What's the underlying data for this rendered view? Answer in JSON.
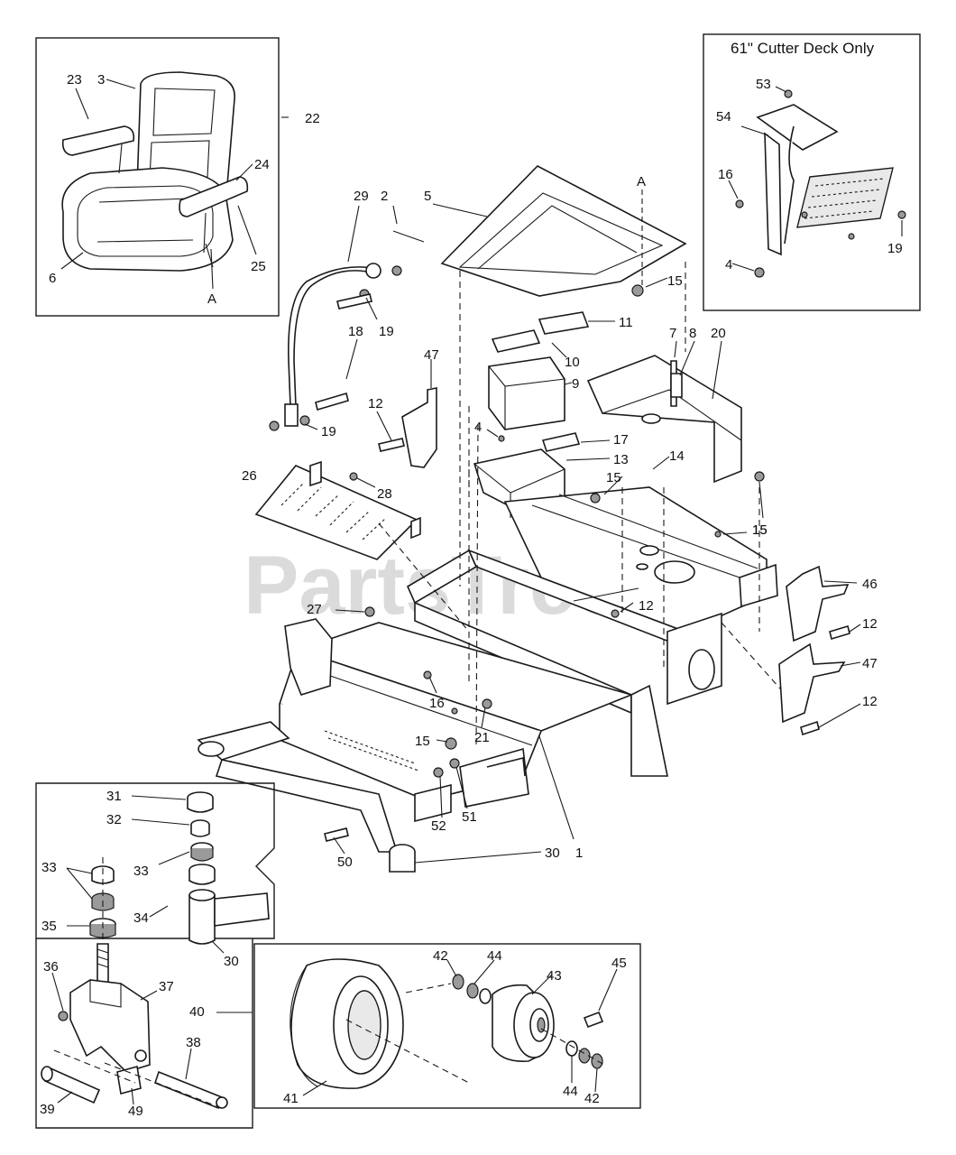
{
  "watermark": "PartsTree",
  "inset_title": "61\" Cutter Deck Only",
  "callouts": {
    "c1": "1",
    "c2": "2",
    "c3": "3",
    "c4a": "4",
    "c4b": "4",
    "c5": "5",
    "c6": "6",
    "c7": "7",
    "c8": "8",
    "c9": "9",
    "c10": "10",
    "c11": "11",
    "c12a": "12",
    "c12b": "12",
    "c12c": "12",
    "c12d": "12",
    "c13": "13",
    "c14": "14",
    "c15a": "15",
    "c15b": "15",
    "c15c": "15",
    "c15d": "15",
    "c16a": "16",
    "c16b": "16",
    "c17": "17",
    "c18": "18",
    "c19a": "19",
    "c19b": "19",
    "c19c": "19",
    "c20": "20",
    "c21": "21",
    "c22": "22",
    "c23": "23",
    "c24": "24",
    "c25": "25",
    "c26": "26",
    "c27": "27",
    "c28": "28",
    "c29": "29",
    "c30a": "30",
    "c30b": "30",
    "c31": "31",
    "c32": "32",
    "c33a": "33",
    "c33b": "33",
    "c34": "34",
    "c35": "35",
    "c36": "36",
    "c37": "37",
    "c38": "38",
    "c39": "39",
    "c40": "40",
    "c41": "41",
    "c42a": "42",
    "c42b": "42",
    "c43": "43",
    "c44a": "44",
    "c44b": "44",
    "c45": "45",
    "c46": "46",
    "c47a": "47",
    "c47b": "47",
    "c49": "49",
    "c50": "50",
    "c51": "51",
    "c52": "52",
    "c53": "53",
    "c54": "54",
    "cAa": "A",
    "cAb": "A"
  }
}
